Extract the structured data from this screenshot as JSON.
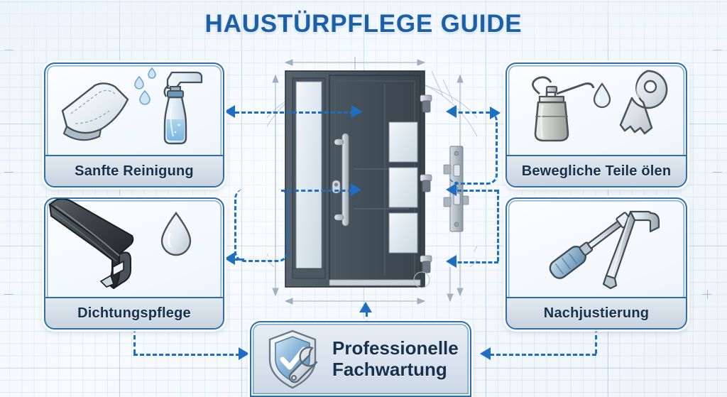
{
  "header": {
    "title": "HAUSTÜRPFLEGE GUIDE",
    "title_color": "#1a5fa8"
  },
  "theme": {
    "background": "#eef5fb",
    "grid_line": "#7aa0c8",
    "card_border": "#2f6fa8",
    "card_fill": "#f6fafd",
    "label_fill": "#d4dde7",
    "label_text": "#16314d",
    "connector": "#1e6fc4",
    "door_body": "#3e4a54",
    "door_glass": "#dde6ec",
    "metal": "#b9c3cb"
  },
  "cards": {
    "top_left": {
      "label": "Sanfte Reinigung",
      "icons": [
        "microfiber-cloth-icon",
        "spray-bottle-icon",
        "water-droplets-icon"
      ]
    },
    "top_right": {
      "label": "Bewegliche Teile ölen",
      "icons": [
        "oil-can-icon",
        "oil-droplet-icon",
        "key-icon"
      ]
    },
    "bottom_left": {
      "label": "Dichtungspflege",
      "icons": [
        "rubber-seal-profile-icon",
        "care-droplet-icon"
      ]
    },
    "bottom_right": {
      "label": "Nachjustierung",
      "icons": [
        "screwdriver-icon",
        "allen-key-icon"
      ]
    },
    "bottom_center": {
      "label_line1": "Professionelle",
      "label_line2": "Fachwartung",
      "icons": [
        "shield-check-icon",
        "wrench-icon"
      ]
    }
  },
  "center": {
    "subject": "front-door-technical-drawing",
    "parts": [
      "door-frame",
      "sidelight-glass-panel",
      "door-leaf",
      "door-handle",
      "lock-cylinder",
      "glass-panes",
      "hinges",
      "strike-plate"
    ],
    "annotations": [
      "dimension-lines",
      "swing-arc"
    ]
  },
  "connectors": [
    {
      "name": "door-to-gentle-cleaning",
      "direction": "left"
    },
    {
      "name": "door-to-lubricate-parts",
      "direction": "right"
    },
    {
      "name": "door-to-seal-care",
      "direction": "left"
    },
    {
      "name": "door-to-readjustment",
      "direction": "right"
    },
    {
      "name": "seal-care-to-professional-service",
      "direction": "right"
    },
    {
      "name": "readjustment-to-professional-service",
      "direction": "left"
    },
    {
      "name": "professional-service-to-door",
      "direction": "up"
    }
  ]
}
